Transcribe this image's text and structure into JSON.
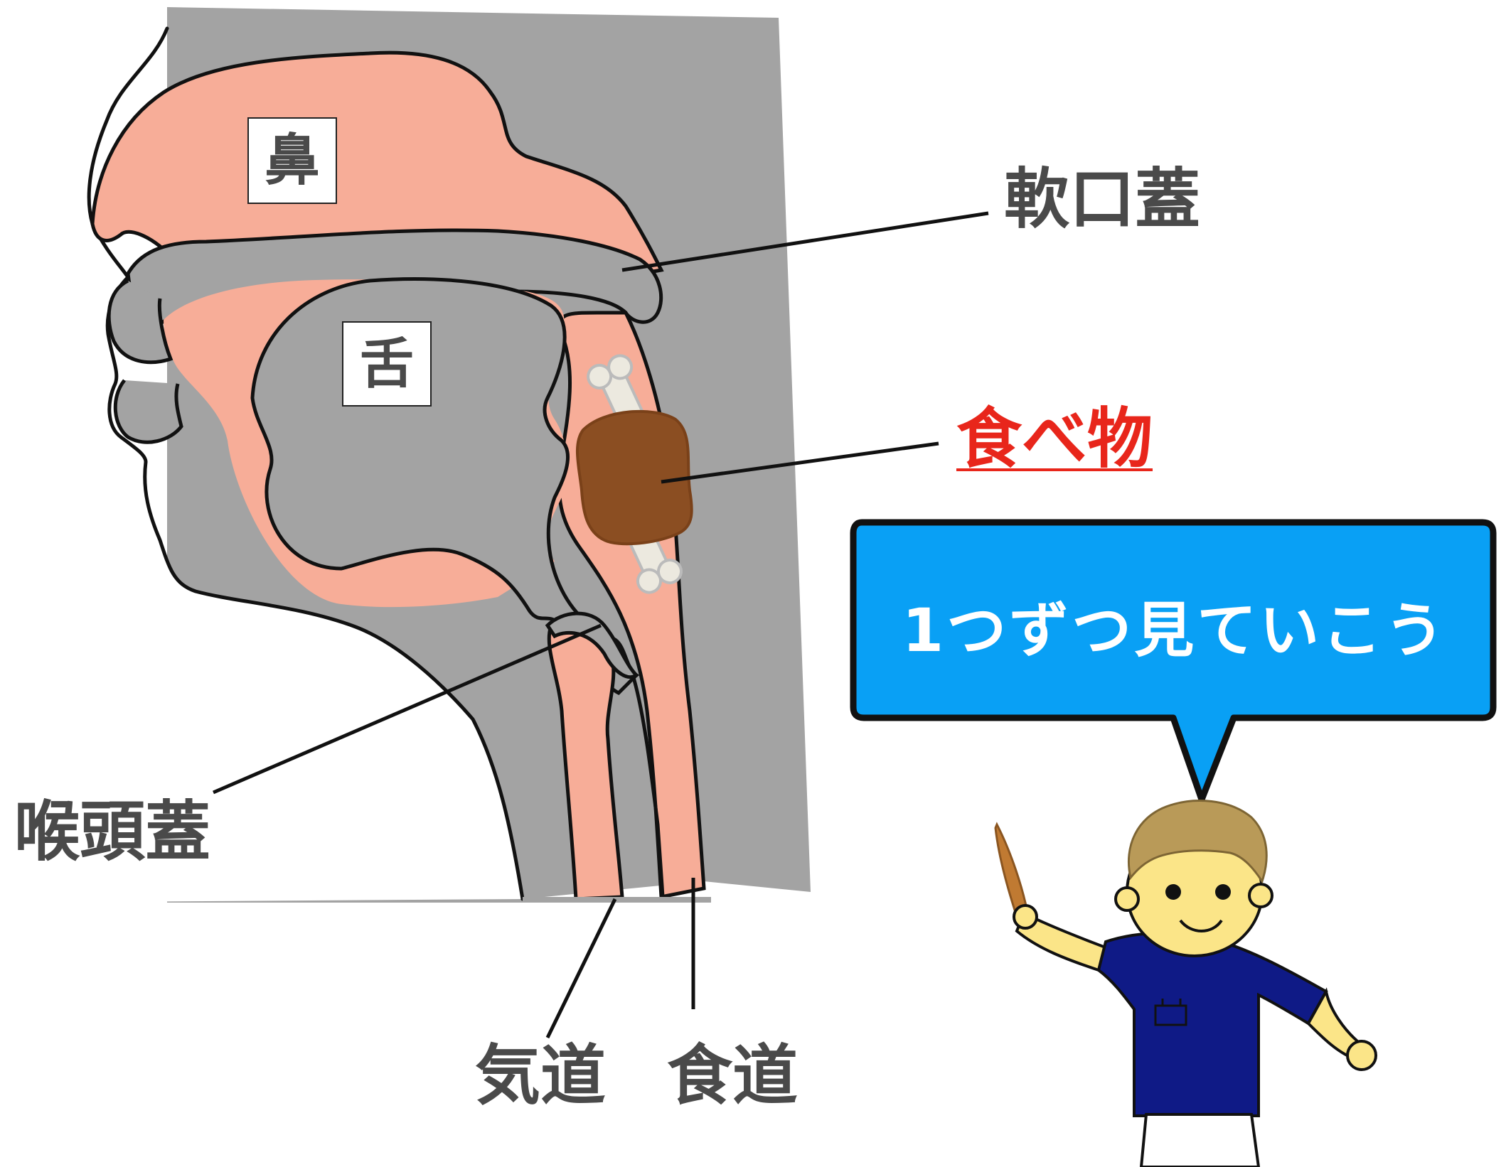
{
  "labels": {
    "nose": "鼻",
    "tongue": "舌",
    "soft_palate": "軟口蓋",
    "food": "食べ物",
    "epiglottis": "喉頭蓋",
    "trachea": "気道",
    "esophagus": "食道"
  },
  "speech_bubble": {
    "text": "1つずつ見ていこう"
  },
  "colors": {
    "tissue_gray": "#9e9e9e",
    "cavity_pink": "#f7ad98",
    "food_brown": "#8b4e22",
    "bone": "#ece9df",
    "bubble_blue": "#09a0f5",
    "label_red": "#e8261b",
    "label_gray": "#4a4a4a",
    "shirt_navy": "#0f1a86",
    "skin": "#fbe588",
    "hair": "#b99a58"
  }
}
